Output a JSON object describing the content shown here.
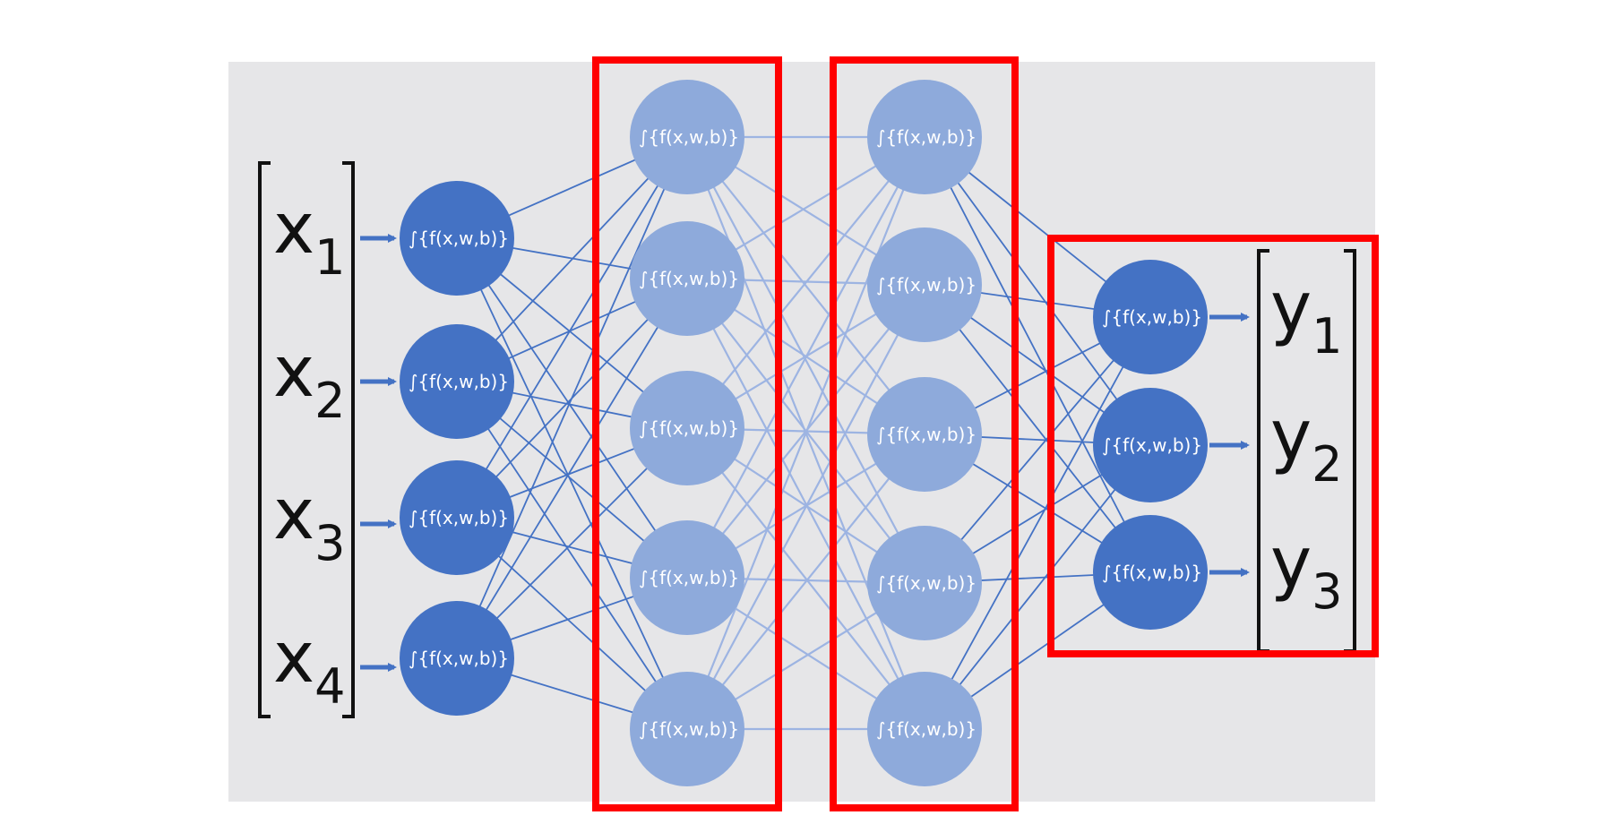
{
  "diagram": {
    "node_formula": "∫{f(x,w,b)}",
    "inputs": [
      {
        "base": "x",
        "sub": "1"
      },
      {
        "base": "x",
        "sub": "2"
      },
      {
        "base": "x",
        "sub": "3"
      },
      {
        "base": "x",
        "sub": "4"
      }
    ],
    "outputs": [
      {
        "base": "y",
        "sub": "1"
      },
      {
        "base": "y",
        "sub": "2"
      },
      {
        "base": "y",
        "sub": "3"
      }
    ],
    "layers": [
      {
        "name": "input-layer",
        "node_count": 4,
        "highlighted": false
      },
      {
        "name": "hidden-layer-1",
        "node_count": 5,
        "highlighted": true
      },
      {
        "name": "hidden-layer-2",
        "node_count": 5,
        "highlighted": true
      },
      {
        "name": "output-layer",
        "node_count": 3,
        "highlighted": true
      }
    ],
    "colors": {
      "background_panel": "#e6e6e8",
      "dark_node": "#4472c4",
      "light_node": "#8eaadb",
      "edge": "#4472c4",
      "highlight_box": "#ff0000",
      "bracket": "#111111"
    }
  }
}
